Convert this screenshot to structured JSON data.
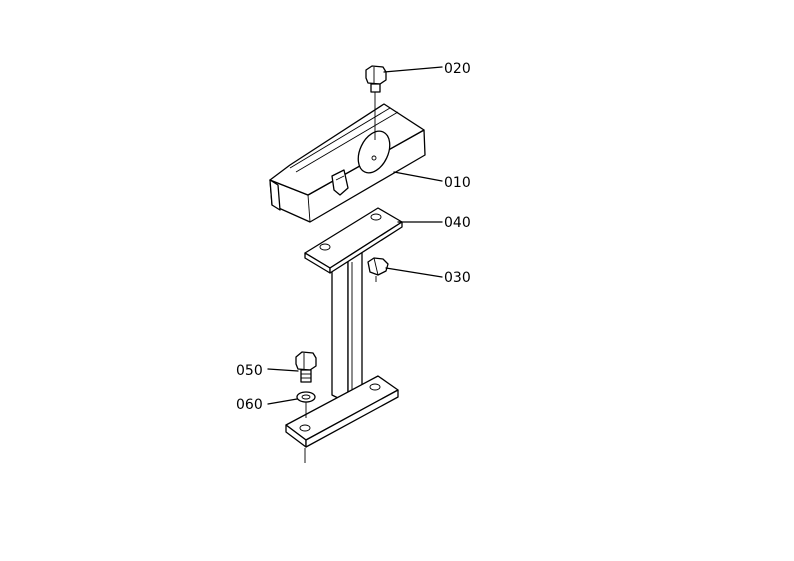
{
  "parts": [
    {
      "id": "tool-box",
      "label": "010"
    },
    {
      "id": "bolt-top",
      "label": "020"
    },
    {
      "id": "nut",
      "label": "030"
    },
    {
      "id": "plate",
      "label": "040"
    },
    {
      "id": "bolt-bottom",
      "label": "050"
    },
    {
      "id": "washer",
      "label": "060"
    }
  ]
}
